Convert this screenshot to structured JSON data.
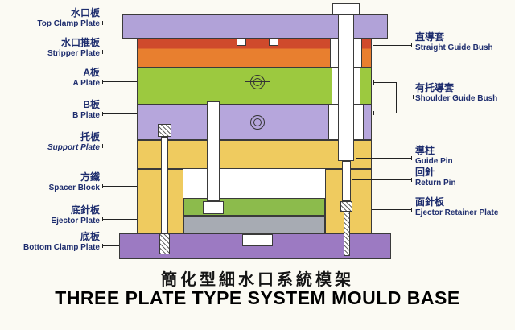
{
  "title": {
    "zh": "簡化型細水口系統模架",
    "en": "THREE PLATE TYPE SYSTEM MOULD BASE"
  },
  "left_labels": [
    {
      "zh": "水口板",
      "en": "Top Clamp Plate"
    },
    {
      "zh": "水口推板",
      "en": "Stripper Plate"
    },
    {
      "zh": "A板",
      "en": "A Plate"
    },
    {
      "zh": "B板",
      "en": "B Plate"
    },
    {
      "zh": "托板",
      "en": "Support Plate"
    },
    {
      "zh": "方鐵",
      "en": "Spacer Block"
    },
    {
      "zh": "底針板",
      "en": "Ejector Plate"
    },
    {
      "zh": "底板",
      "en": "Bottom Clamp Plate"
    }
  ],
  "right_labels": [
    {
      "zh": "直導套",
      "en": "Straight Guide Bush"
    },
    {
      "zh": "有托導套",
      "en": "Shoulder Guide Bush"
    },
    {
      "zh": "導柱",
      "en": "Guide Pin"
    },
    {
      "zh": "回針",
      "en": "Return Pin"
    },
    {
      "zh": "面針板",
      "en": "Ejector Retainer Plate"
    }
  ],
  "colors": {
    "top_clamp_plate": "#b1a2d8",
    "stripper_plate_top": "#cf4a2c",
    "stripper_plate": "#e87f2f",
    "a_plate": "#9cc93f",
    "b_plate": "#b6a6dc",
    "support_plate": "#efcb5f",
    "spacer_block": "#efcb5f",
    "ejector_retainer_plate": "#8cbb4c",
    "ejector_plate": "#a7abb3",
    "bottom_clamp_plate": "#9c7ac2",
    "label_text": "#1e2d6e",
    "title_text": "#111111"
  }
}
